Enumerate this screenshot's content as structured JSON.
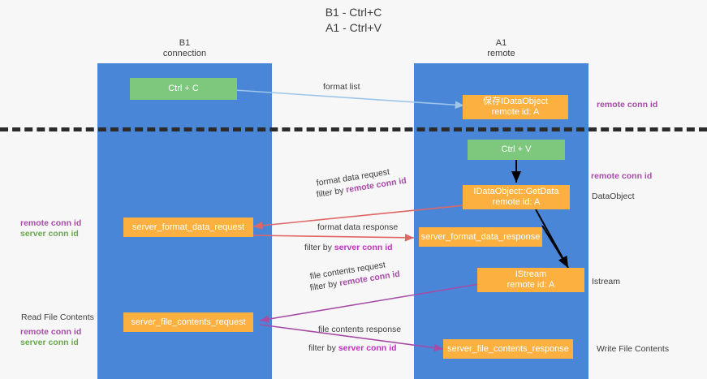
{
  "title": {
    "line1": "B1 - Ctrl+C",
    "line2": "A1 - Ctrl+V"
  },
  "columns": [
    {
      "name": "B1",
      "role": "connection"
    },
    {
      "name": "A1",
      "role": "remote"
    }
  ],
  "nodes": {
    "ctrl_c": {
      "label": "Ctrl + C",
      "color": "#7ec87e"
    },
    "save_idataobject": {
      "line1": "保存IDataObject",
      "line2": "remote id: A",
      "color": "#fbb040"
    },
    "ctrl_v": {
      "label": "Ctrl + V",
      "color": "#7ec87e"
    },
    "getdata": {
      "line1": "IDataObject::GetData",
      "line2": "remote id: A",
      "color": "#fbb040"
    },
    "server_format_data_request": {
      "label": "server_format_data_request",
      "color": "#fbb040"
    },
    "server_format_data_response": {
      "label": "server_format_data_response",
      "color": "#fbb040"
    },
    "istream": {
      "line1": "IStream",
      "line2": "remote id: A",
      "color": "#fbb040"
    },
    "server_file_contents_request": {
      "label": "server_file_contents_request",
      "color": "#fbb040"
    },
    "server_file_contents_response": {
      "label": "server_file_contents_response",
      "color": "#fbb040"
    }
  },
  "edge_labels": {
    "format_list": "format list",
    "format_data_request": "format data request",
    "format_data_request_filter_prefix": "filter by ",
    "format_data_request_filter_key": "remote conn id",
    "format_data_response": "format data response",
    "format_data_response_filter_prefix": "filter by ",
    "format_data_response_filter_key": "server conn id",
    "file_contents_request": "file contents request",
    "file_contents_request_filter_prefix": "filter by ",
    "file_contents_request_filter_key": "remote conn id",
    "file_contents_response": "file contents response",
    "file_contents_response_filter_prefix": "filter by ",
    "file_contents_response_filter_key": "server conn id"
  },
  "side_labels": {
    "right_remote_conn_id_top": "remote conn id",
    "right_remote_conn_id_mid": "remote conn id",
    "right_dataobject": "DataObject",
    "right_istream": "Istream",
    "right_write_file_contents": "Write File Contents",
    "left_remote_conn_id_mid": "remote conn id",
    "left_server_conn_id_mid": "server conn id",
    "left_read_file_contents": "Read File Contents",
    "left_remote_conn_id_bottom": "remote conn id",
    "left_server_conn_id_bottom": "server conn id"
  },
  "colors": {
    "column_bg": "#4a86d8",
    "node_green": "#7ec87e",
    "node_orange": "#fbb040",
    "accent_purple": "#a64ca6",
    "accent_green": "#6aa84f",
    "arrow_lightblue": "#9fc5e8",
    "arrow_red": "#e06666",
    "arrow_magenta": "#a64ca6",
    "arrow_black": "#000000",
    "separator": "#2b2b2b"
  }
}
